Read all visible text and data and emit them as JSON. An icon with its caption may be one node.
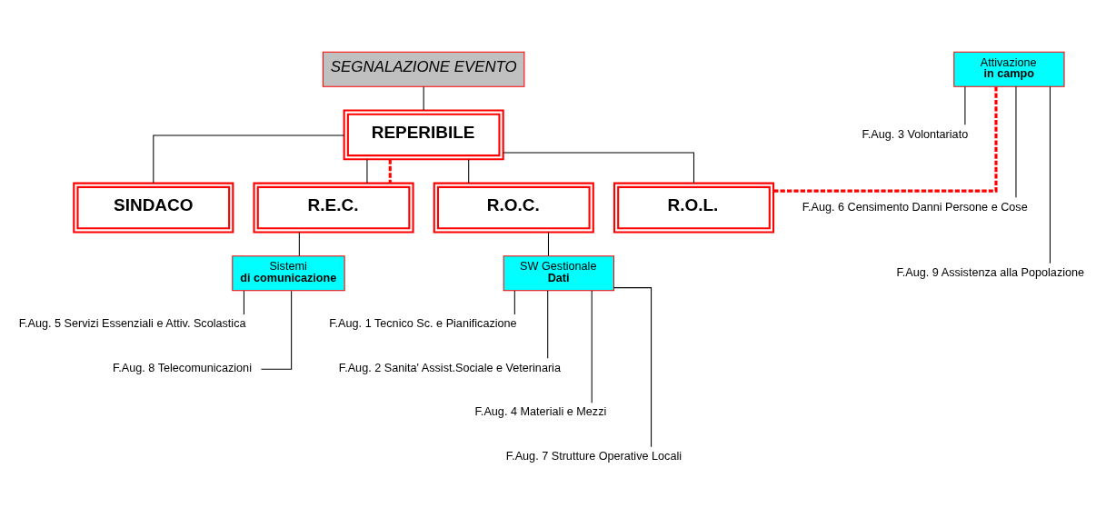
{
  "diagram": {
    "nodes": [
      {
        "text": [
          "SEGNALAZIONE EVENTO"
        ]
      },
      {
        "text": [
          "REPERIBILE"
        ]
      },
      {
        "text": [
          "SINDACO"
        ]
      },
      {
        "text": [
          "R.E.C."
        ]
      },
      {
        "text": [
          "R.O.C."
        ]
      },
      {
        "text": [
          "R.O.L."
        ]
      },
      {
        "text": [
          "Sistemi",
          "di comunicazione"
        ]
      },
      {
        "text": [
          "SW Gestionale",
          "Dati"
        ]
      },
      {
        "text": [
          "Attivazione",
          "in campo"
        ]
      },
      {
        "text": [
          "F.Aug. 5 Servizi Essenziali e Attiv. Scolastica"
        ]
      },
      {
        "text": [
          "F.Aug. 8 Telecomunicazioni"
        ]
      },
      {
        "text": [
          "F.Aug. 1 Tecnico Sc. e Pianificazione"
        ]
      },
      {
        "text": [
          "F.Aug. 2 Sanita' Assist.Sociale e Veterinaria"
        ]
      },
      {
        "text": [
          "F.Aug. 4 Materiali e Mezzi"
        ]
      },
      {
        "text": [
          "F.Aug. 7 Strutture Operative Locali"
        ]
      },
      {
        "text": [
          "F.Aug. 3 Volontariato"
        ]
      },
      {
        "text": [
          "F.Aug. 6 Censimento Danni Persone e Cose"
        ]
      },
      {
        "text": [
          "F.Aug. 9 Assistenza alla Popolazione"
        ]
      }
    ],
    "edges": [
      {
        "from": 0,
        "to": 1,
        "arrow": "none"
      },
      {
        "from": 1,
        "to": 2,
        "arrow": "none"
      },
      {
        "from": 1,
        "to": 3,
        "arrow": "none"
      },
      {
        "from": 1,
        "to": 4,
        "arrow": "none"
      },
      {
        "from": 1,
        "to": 5,
        "arrow": "none"
      },
      {
        "from": 1,
        "to": 3,
        "arrow": "none",
        "style": "dashed",
        "color": "#ff0000"
      },
      {
        "from": 3,
        "to": 6,
        "arrow": "none"
      },
      {
        "from": 4,
        "to": 7,
        "arrow": "none"
      },
      {
        "from": 5,
        "to": 8,
        "arrow": "none",
        "style": "dashed",
        "color": "#ff0000"
      },
      {
        "from": 6,
        "to": 9,
        "arrow": "none"
      },
      {
        "from": 6,
        "to": 10,
        "arrow": "none"
      },
      {
        "from": 7,
        "to": 11,
        "arrow": "none"
      },
      {
        "from": 7,
        "to": 12,
        "arrow": "none"
      },
      {
        "from": 7,
        "to": 13,
        "arrow": "none"
      },
      {
        "from": 7,
        "to": 14,
        "arrow": "none"
      },
      {
        "from": 8,
        "to": 15,
        "arrow": "none"
      },
      {
        "from": 8,
        "to": 16,
        "arrow": "none"
      },
      {
        "from": 8,
        "to": 17,
        "arrow": "none"
      }
    ]
  }
}
